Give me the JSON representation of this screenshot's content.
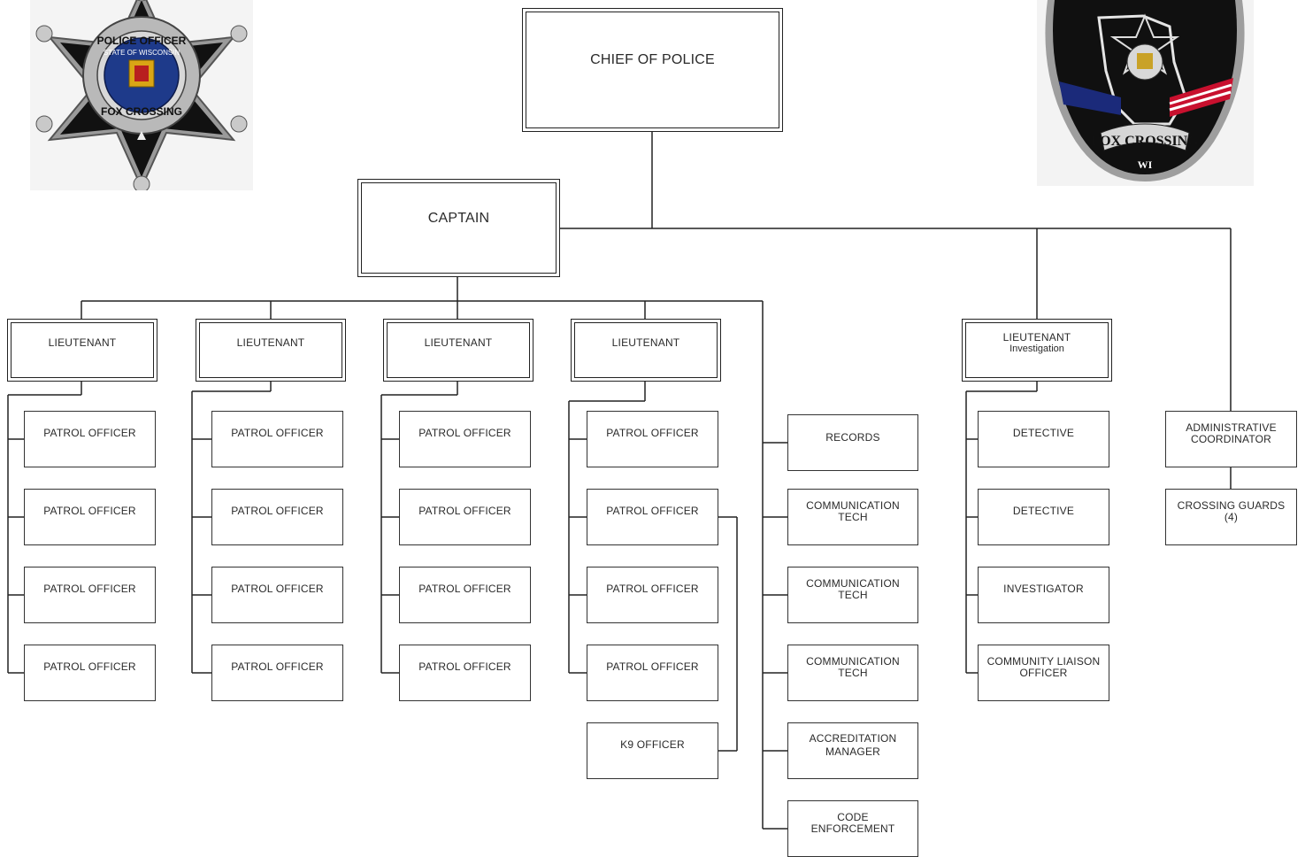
{
  "logos": {
    "badge": {
      "text": [
        "POLICE OFFICER",
        "STATE OF WISCONSIN",
        "FOX CROSSING"
      ],
      "colors": {
        "silver": "#b9b9b9",
        "black": "#111111",
        "blue": "#1e3a8a",
        "gold": "#d9a515"
      }
    },
    "patch": {
      "text": [
        "FOX CROSSING",
        "WI"
      ],
      "colors": {
        "black": "#101010",
        "red": "#c8102e",
        "blue": "#1b2a7a",
        "silver": "#c8c8c8"
      }
    }
  },
  "chief": {
    "label": "CHIEF OF POLICE"
  },
  "captain": {
    "label": "CAPTAIN"
  },
  "lieutenants": [
    {
      "label": "LIEUTENANT"
    },
    {
      "label": "LIEUTENANT"
    },
    {
      "label": "LIEUTENANT"
    },
    {
      "label": "LIEUTENANT"
    }
  ],
  "lt_investigation": {
    "label": "LIEUTENANT",
    "sub": "Investigation"
  },
  "patrol_label": "PATROL OFFICER",
  "k9": {
    "label": "K9 OFFICER"
  },
  "support": [
    {
      "label": "RECORDS"
    },
    {
      "label": "COMMUNICATION TECH"
    },
    {
      "label": "COMMUNICATION TECH"
    },
    {
      "label": "COMMUNICATION TECH"
    },
    {
      "label": "ACCREDITATION MANAGER"
    },
    {
      "label": "CODE ENFORCEMENT"
    }
  ],
  "investigation": [
    {
      "label": "DETECTIVE"
    },
    {
      "label": "DETECTIVE"
    },
    {
      "label": "INVESTIGATOR"
    },
    {
      "label": "COMMUNITY LIAISON OFFICER"
    }
  ],
  "admin": [
    {
      "label": "ADMINISTRATIVE COORDINATOR"
    },
    {
      "label": "CROSSING GUARDS (4)"
    }
  ]
}
